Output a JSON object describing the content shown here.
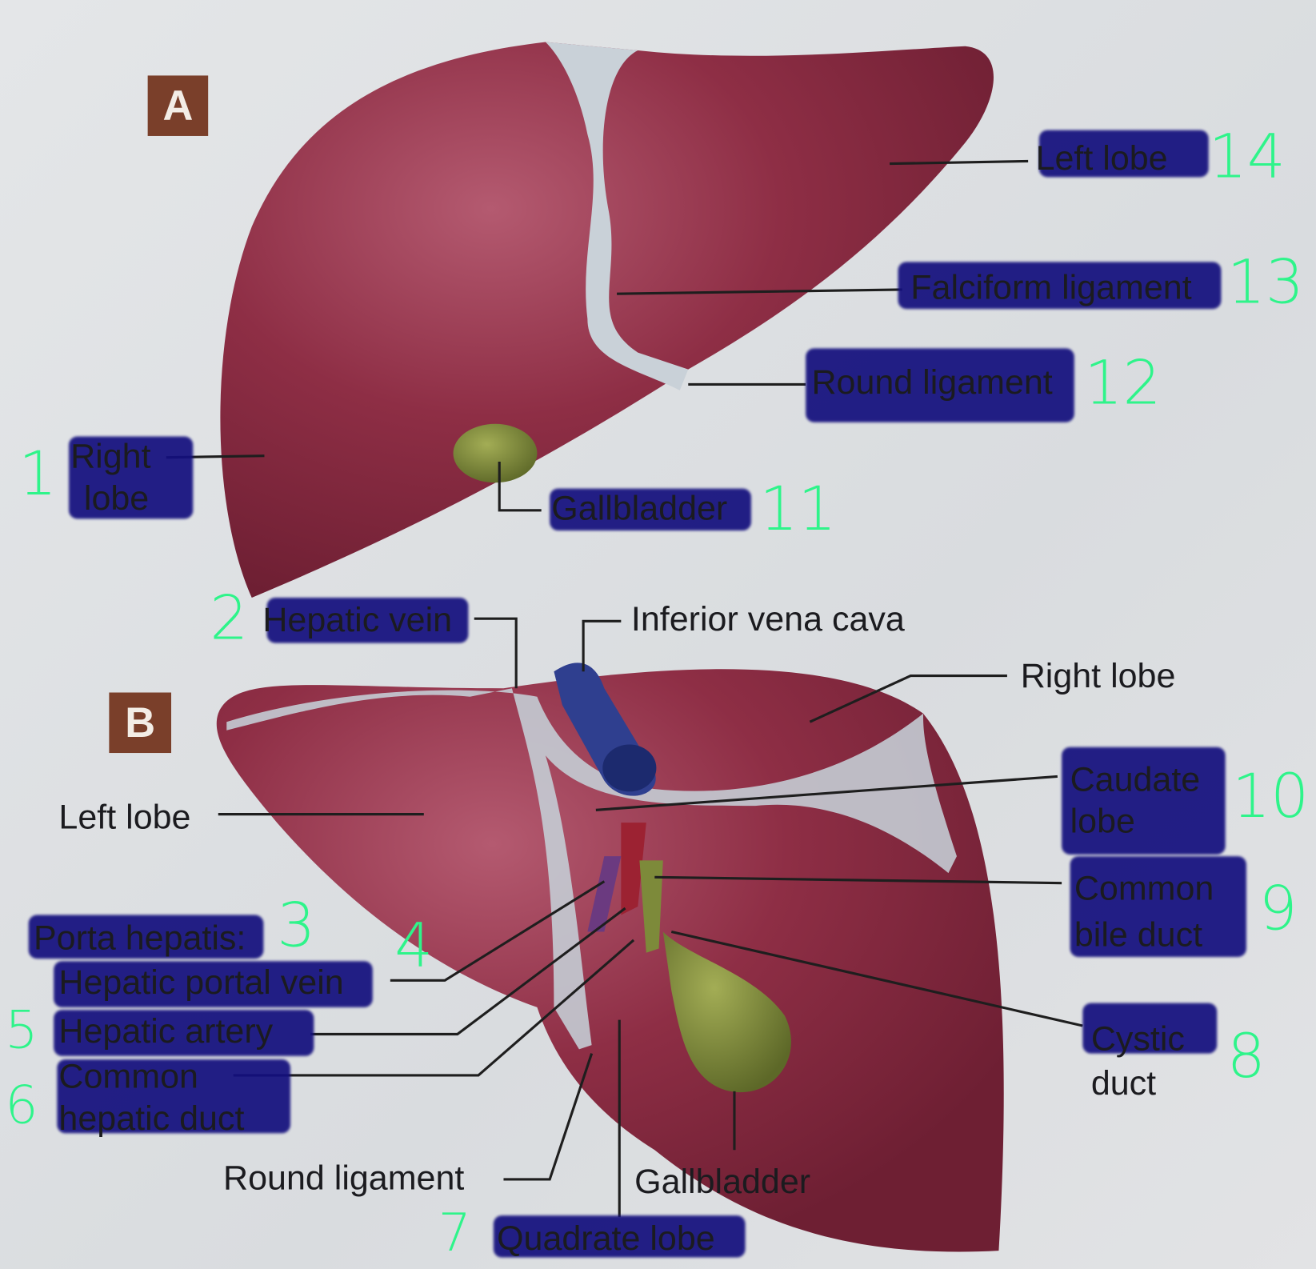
{
  "panels": {
    "a": "A",
    "b": "B"
  },
  "panel_a": {
    "left_lobe": "Left lobe",
    "falciform_ligament": "Falciform ligament",
    "round_ligament": "Round ligament",
    "right_lobe_1": "Right",
    "right_lobe_2": "lobe",
    "gallbladder": "Gallbladder"
  },
  "panel_b": {
    "hepatic_vein": "Hepatic vein",
    "inferior_vena_cava": "Inferior vena cava",
    "right_lobe": "Right lobe",
    "caudate_lobe_1": "Caudate",
    "caudate_lobe_2": "lobe",
    "left_lobe": "Left lobe",
    "common_bile_duct_1": "Common",
    "common_bile_duct_2": "bile duct",
    "porta_hepatis": "Porta hepatis:",
    "hepatic_portal_vein": "Hepatic portal vein",
    "hepatic_artery": "Hepatic artery",
    "common_hepatic_duct_1": "Common",
    "common_hepatic_duct_2": "hepatic duct",
    "cystic_duct_1": "Cystic",
    "cystic_duct_2": "duct",
    "round_ligament": "Round ligament",
    "gallbladder": "Gallbladder",
    "quadrate_lobe": "Quadrate lobe"
  },
  "handwritten_numbers": [
    "1",
    "2",
    "3",
    "4",
    "5",
    "6",
    "7",
    "8",
    "9",
    "10",
    "11",
    "12",
    "13",
    "14"
  ],
  "colors": {
    "liver": "#8e2e45",
    "ligament": "#c9d1d8",
    "gallbladder": "#7d8a3a",
    "highlighter": "#14107e",
    "ink": "#2ef48a",
    "badge": "#7a3f2a"
  }
}
